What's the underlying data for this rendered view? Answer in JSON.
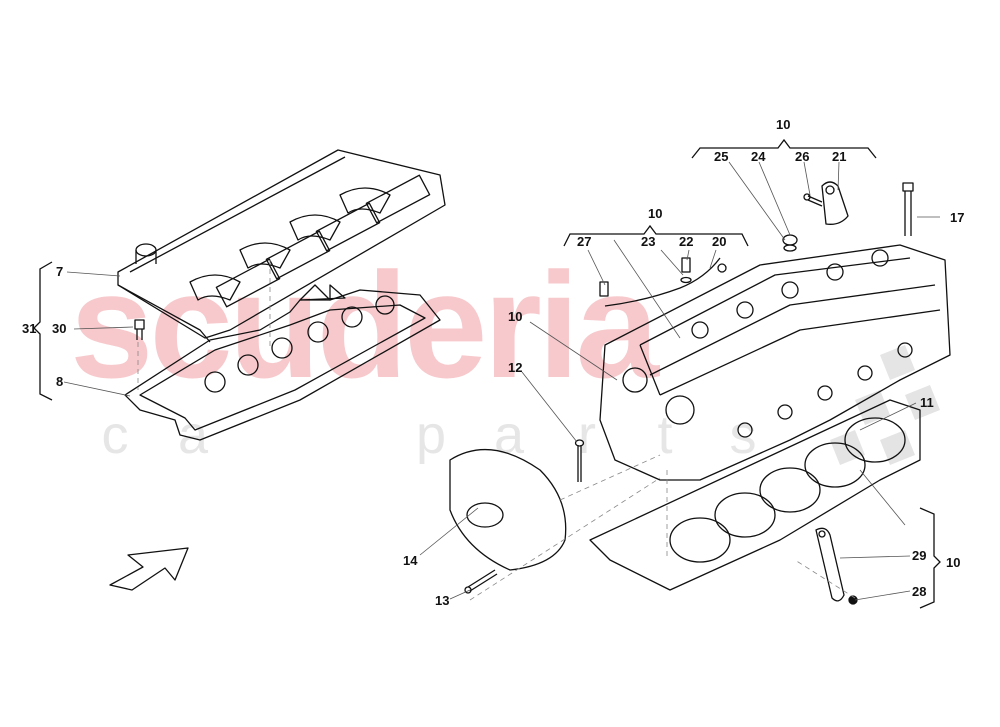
{
  "diagram": {
    "type": "exploded parts diagram",
    "subject": "Cylinder head assembly",
    "watermark": {
      "main": "scuderia",
      "sub": [
        "c",
        "a",
        "r",
        "p",
        "a",
        "r",
        "t",
        "s"
      ]
    },
    "colors": {
      "line": "#111111",
      "watermark_red": "#f7c9cc",
      "watermark_grey": "#e6e6e6",
      "background": "#ffffff"
    },
    "groups": [
      {
        "id": "31",
        "bracket": "left",
        "members": [
          "7",
          "30",
          "8"
        ]
      },
      {
        "id": "10",
        "bracket": "top",
        "members": [
          "25",
          "24",
          "26",
          "21"
        ]
      },
      {
        "id": "10",
        "bracket": "top",
        "members": [
          "27",
          "23",
          "22",
          "20"
        ]
      },
      {
        "id": "10",
        "bracket": "right",
        "members": [
          "29",
          "28"
        ]
      }
    ],
    "callouts": {
      "c31": "31",
      "c7": "7",
      "c30": "30",
      "c8": "8",
      "c10_top": "10",
      "c25": "25",
      "c24": "24",
      "c26": "26",
      "c21": "21",
      "c17": "17",
      "c10_mid": "10",
      "c27": "27",
      "c23": "23",
      "c22": "22",
      "c20": "20",
      "c10_left": "10",
      "c12": "12",
      "c11": "11",
      "c14": "14",
      "c13": "13",
      "c29": "29",
      "c28": "28",
      "c10_right": "10"
    },
    "parts": [
      {
        "callout": "7",
        "name": "cylinder-head-cover"
      },
      {
        "callout": "8",
        "name": "cover-gasket"
      },
      {
        "callout": "30",
        "name": "screw"
      },
      {
        "callout": "31",
        "name": "cover-assembly"
      },
      {
        "callout": "10",
        "name": "cylinder-head"
      },
      {
        "callout": "11",
        "name": "head-gasket"
      },
      {
        "callout": "12",
        "name": "head-bolt"
      },
      {
        "callout": "13",
        "name": "bolt"
      },
      {
        "callout": "14",
        "name": "end-cover"
      },
      {
        "callout": "17",
        "name": "stud"
      },
      {
        "callout": "20",
        "name": "oil-line"
      },
      {
        "callout": "21",
        "name": "bracket"
      },
      {
        "callout": "22",
        "name": "banjo-bolt"
      },
      {
        "callout": "23",
        "name": "seal-ring"
      },
      {
        "callout": "24",
        "name": "plug"
      },
      {
        "callout": "25",
        "name": "seal-ring"
      },
      {
        "callout": "26",
        "name": "screw"
      },
      {
        "callout": "27",
        "name": "screw"
      },
      {
        "callout": "28",
        "name": "screw"
      },
      {
        "callout": "29",
        "name": "bracket"
      }
    ],
    "direction_arrow": "front"
  }
}
